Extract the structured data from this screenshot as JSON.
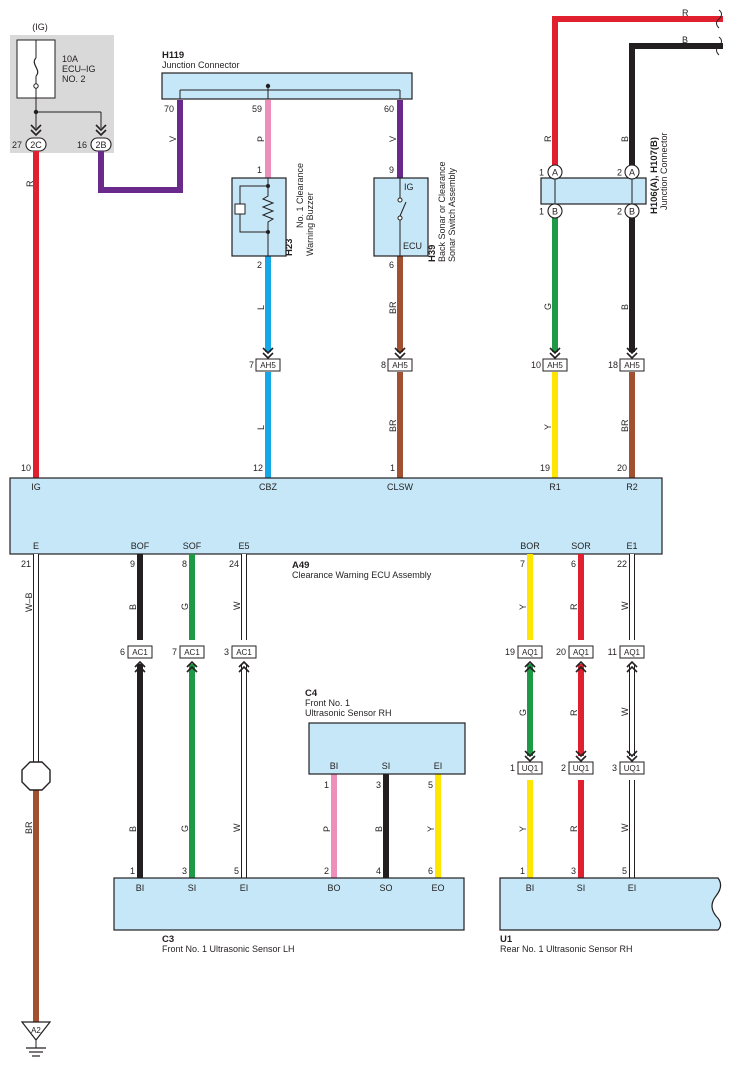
{
  "fuse": {
    "ig": "(IG)",
    "rating": "10A",
    "name_line1": "ECU–IG",
    "name_line2": "NO. 2",
    "pin_left_num": "27",
    "pin_left": "2C",
    "pin_right_num": "16",
    "pin_right": "2B"
  },
  "h119": {
    "code": "H119",
    "name": "Junction Connector",
    "pins": [
      "70",
      "59",
      "60"
    ]
  },
  "h23": {
    "code": "H23",
    "name_line1": "No. 1 Clearance",
    "name_line2": "Warning Buzzer",
    "pin_top": "1",
    "pin_bottom": "2"
  },
  "h39": {
    "code": "H39",
    "name_line1": "Back Sonar or Clearance",
    "name_line2": "Sonar Switch Assembly",
    "label_ig": "IG",
    "label_ecu": "ECU",
    "pin_top": "9",
    "pin_bottom": "6"
  },
  "h106": {
    "code": "H106(A), H107(B)",
    "name": "Junction Connector",
    "pin_a1": "1",
    "pin_a2": "2",
    "pin_b1": "1",
    "pin_b2": "2",
    "letter_a": "A",
    "letter_b": "B"
  },
  "wires": {
    "r": "R",
    "v": "V",
    "p": "P",
    "l": "L",
    "br": "BR",
    "g": "G",
    "b": "B",
    "y": "Y",
    "w": "W",
    "wb": "W–B"
  },
  "ah5": {
    "label": "AH5",
    "pins": [
      "7",
      "8",
      "10",
      "18"
    ]
  },
  "a49": {
    "code": "A49",
    "name": "Clearance Warning ECU Assembly",
    "top_pins": [
      {
        "num": "10",
        "name": "IG"
      },
      {
        "num": "12",
        "name": "CBZ"
      },
      {
        "num": "1",
        "name": "CLSW"
      },
      {
        "num": "19",
        "name": "R1"
      },
      {
        "num": "20",
        "name": "R2"
      }
    ],
    "bottom_pins": [
      {
        "num": "21",
        "name": "E"
      },
      {
        "num": "9",
        "name": "BOF"
      },
      {
        "num": "8",
        "name": "SOF"
      },
      {
        "num": "24",
        "name": "E5"
      },
      {
        "num": "7",
        "name": "BOR"
      },
      {
        "num": "6",
        "name": "SOR"
      },
      {
        "num": "22",
        "name": "E1"
      }
    ]
  },
  "ac1": {
    "label": "AC1",
    "pins": [
      "6",
      "7",
      "3"
    ]
  },
  "aq1": {
    "label": "AQ1",
    "pins": [
      "19",
      "20",
      "11"
    ]
  },
  "uq1": {
    "label": "UQ1",
    "pins": [
      "1",
      "2",
      "3"
    ]
  },
  "c4": {
    "code": "C4",
    "name_line1": "Front No.  1",
    "name_line2": "Ultrasonic Sensor RH",
    "pins": [
      {
        "num": "1",
        "name": "BI"
      },
      {
        "num": "3",
        "name": "SI"
      },
      {
        "num": "5",
        "name": "EI"
      }
    ]
  },
  "c3": {
    "code": "C3",
    "name": "Front No.  1 Ultrasonic Sensor LH",
    "pins": [
      {
        "num": "1",
        "name": "BI"
      },
      {
        "num": "3",
        "name": "SI"
      },
      {
        "num": "5",
        "name": "EI"
      },
      {
        "num": "2",
        "name": "BO"
      },
      {
        "num": "4",
        "name": "SO"
      },
      {
        "num": "6",
        "name": "EO"
      }
    ]
  },
  "u1": {
    "code": "U1",
    "name": "Rear No.  1 Ultrasonic Sensor RH",
    "pins": [
      {
        "num": "1",
        "name": "BI"
      },
      {
        "num": "3",
        "name": "SI"
      },
      {
        "num": "5",
        "name": "EI"
      }
    ]
  },
  "ground": {
    "label": "A2"
  },
  "colors": {
    "box_fill": "#c5e7f7",
    "fuse_fill": "#d9d9d9",
    "red": "#e0202e",
    "violet": "#6a2a8c",
    "pink": "#ee8fbb",
    "blue": "#16a8e6",
    "brown": "#a1512f",
    "green": "#1e9a46",
    "black": "#231f20",
    "yellow": "#ffe600",
    "white": "#ffffff"
  }
}
